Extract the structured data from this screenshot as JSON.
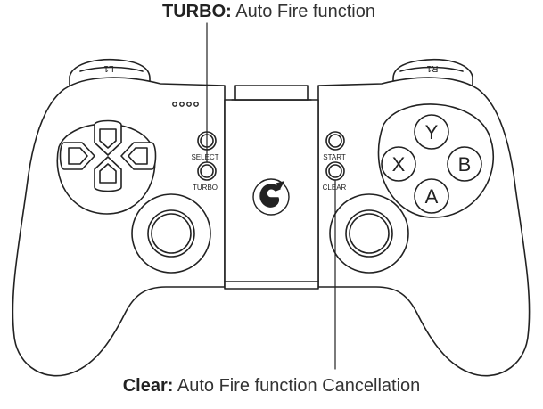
{
  "callouts": {
    "turbo": {
      "term": "TURBO:",
      "description": "Auto Fire function"
    },
    "clear": {
      "term": "Clear:",
      "description": "Auto Fire function Cancellation"
    }
  },
  "controller": {
    "shoulder_left": "L1",
    "shoulder_right": "R1",
    "button_labels": {
      "select": "SELECT",
      "turbo": "TURBO",
      "start": "START",
      "clear": "CLEAR"
    },
    "face_buttons": {
      "top": "Y",
      "left": "X",
      "right": "B",
      "bottom": "A"
    },
    "brand_logo": "gamesir-logo-icon"
  },
  "colors": {
    "line": "#222222",
    "background": "#ffffff"
  }
}
